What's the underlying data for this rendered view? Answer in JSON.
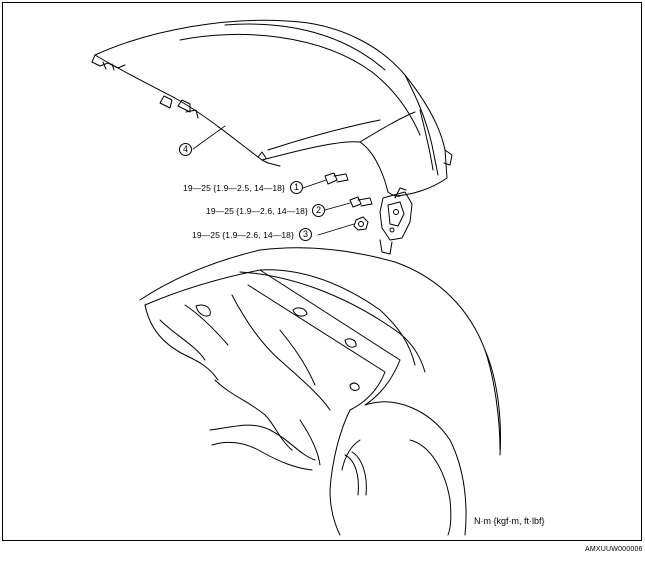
{
  "callouts": [
    {
      "id": "1",
      "torque": "19—25 {1.9—2.5, 14—18}"
    },
    {
      "id": "2",
      "torque": "19—25 {1.9—2.6, 14—18}"
    },
    {
      "id": "3",
      "torque": "19—25 {1.9—2.6, 14—18}"
    },
    {
      "id": "4",
      "torque": ""
    }
  ],
  "units_note": "N·m {kgf·m, ft·lbf}",
  "figure_code": "AMXUUW000006"
}
